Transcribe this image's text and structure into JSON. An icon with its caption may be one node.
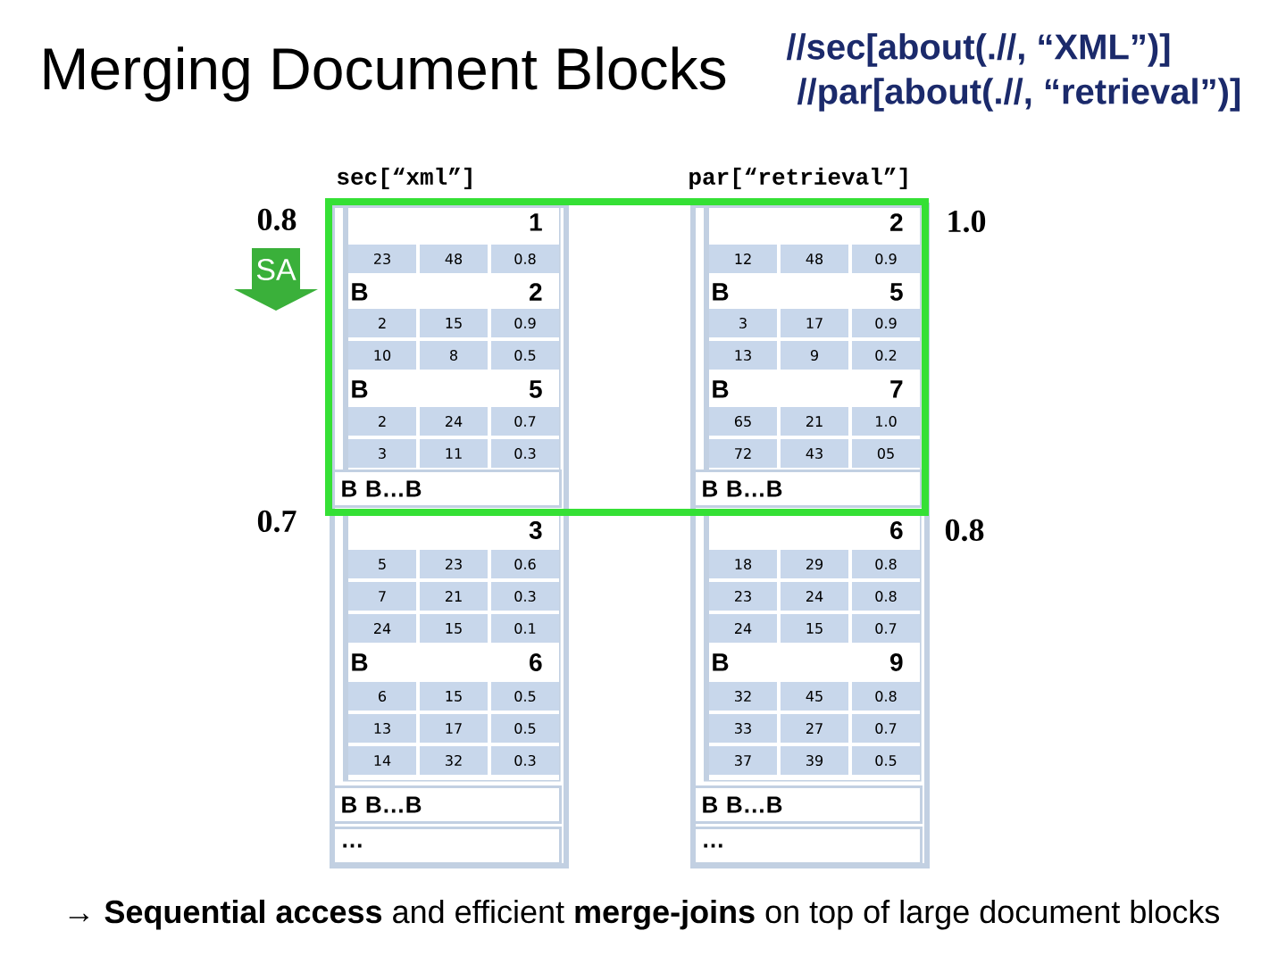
{
  "diagram": {
    "title": "Merging Document Blocks",
    "caption": "→ **Sequential access** and efficient **merge-joins** on top of large document blocks",
    "nodes": [
      {
        "text": [
          "sec[“xml”]"
        ]
      },
      {
        "text": [],
        "shape": "box",
        "in": 0
      },
      {
        "text": [
          "B B…B"
        ],
        "in": 0
      },
      {
        "text": [],
        "shape": "box",
        "in": 0
      },
      {
        "text": [
          "B B…B"
        ],
        "in": 0
      },
      {
        "text": [
          "…"
        ],
        "in": 0
      },
      {
        "text": [
          "par[“retrieval”]"
        ]
      },
      {
        "text": [],
        "shape": "box",
        "in": 6
      },
      {
        "text": [
          "B B…B"
        ],
        "in": 6
      },
      {
        "text": [],
        "shape": "box",
        "in": 6
      },
      {
        "text": [
          "B B…B"
        ],
        "in": 6
      },
      {
        "text": [
          "…"
        ],
        "in": 6
      },
      {
        "text": [
          "SA"
        ]
      }
    ],
    "labels": [
      "//sec[about(.//, “XML”)]",
      "//par[about(.//, “retrieval”)]",
      "0.8",
      "1",
      "23",
      "48",
      "0.8",
      "B",
      "2",
      "2",
      "15",
      "0.9",
      "10",
      "8",
      "0.5",
      "B",
      "5",
      "2",
      "24",
      "0.7",
      "3",
      "11",
      "0.3",
      "0.7",
      "3",
      "5",
      "23",
      "0.6",
      "7",
      "21",
      "0.3",
      "24",
      "15",
      "0.1",
      "B",
      "6",
      "6",
      "15",
      "0.5",
      "13",
      "17",
      "0.5",
      "14",
      "32",
      "0.3",
      "2",
      "1.0",
      "12",
      "48",
      "0.9",
      "B",
      "5",
      "3",
      "17",
      "0.9",
      "13",
      "9",
      "0.2",
      "B",
      "7",
      "65",
      "21",
      "1.0",
      "72",
      "43",
      "05",
      "6",
      "0.8",
      "18",
      "29",
      "0.8",
      "23",
      "24",
      "0.8",
      "24",
      "15",
      "0.7",
      "B",
      "9",
      "32",
      "45",
      "0.8",
      "33",
      "27",
      "0.7",
      "37",
      "39",
      "0.5"
    ]
  }
}
